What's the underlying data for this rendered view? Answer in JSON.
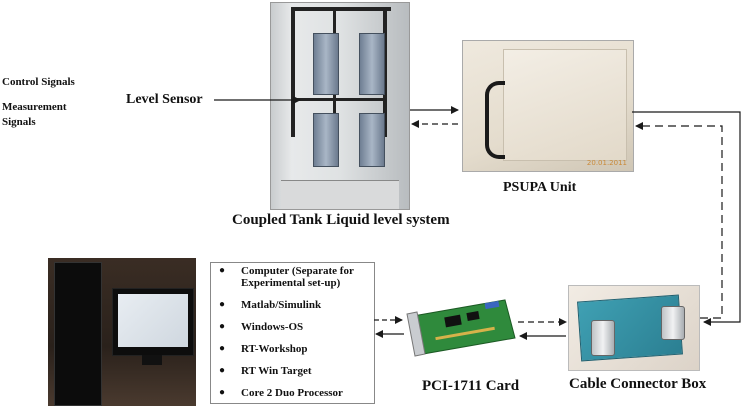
{
  "legend": {
    "control_signals": "Control Signals",
    "measurement_signals_line1": "Measurement",
    "measurement_signals_line2": "Signals"
  },
  "labels": {
    "level_sensor": "Level Sensor",
    "coupled_tank": "Coupled Tank Liquid level system",
    "psupa_unit": "PSUPA Unit",
    "pci_card": "PCI-1711 Card",
    "cable_connector_box": "Cable Connector Box",
    "photo_date": "20.01.2011"
  },
  "computer_list": [
    "Computer (Separate for Experimental set-up)",
    "Matlab/Simulink",
    "Windows-OS",
    "RT-Workshop",
    "RT Win Target",
    "Core 2 Duo Processor"
  ],
  "colors": {
    "line": "#1a1a1a",
    "tank_blue": "#8a9ab0",
    "connector_teal": "#2f8ea1"
  }
}
